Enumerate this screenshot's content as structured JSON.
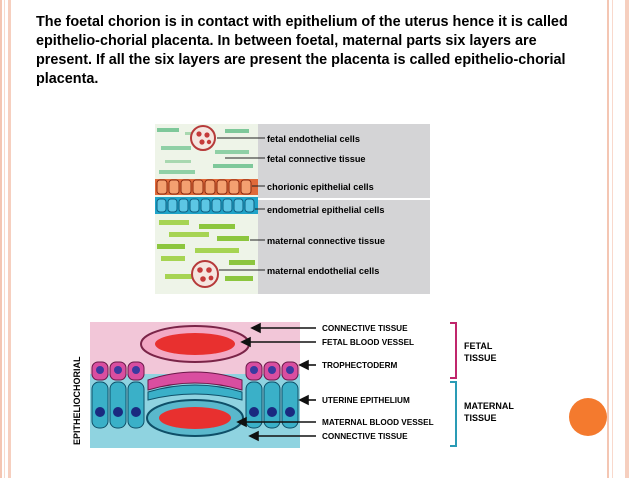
{
  "paragraph": "The foetal chorion is in contact with epithelium of the uterus hence it is called epithelio-chorial placenta. In between foetal, maternal parts six layers are present. If all the six layers are present the placenta is called epithelio-chorial placenta.",
  "figure1": {
    "labels": [
      "fetal endothelial cells",
      "fetal connective tissue",
      "chorionic epithelial cells",
      "endometrial epithelial cells",
      "maternal connective tissue",
      "maternal endothelial cells"
    ]
  },
  "figure2": {
    "side_title": "EPITHELIOCHORIAL",
    "layer_labels": [
      "CONNECTIVE TISSUE",
      "FETAL BLOOD VESSEL",
      "TROPHECTODERM",
      "UTERINE EPITHELIUM",
      "MATERNAL BLOOD VESSEL",
      "CONNECTIVE TISSUE"
    ],
    "group_fetal": [
      "FETAL",
      "TISSUE"
    ],
    "group_maternal": [
      "MATERNAL",
      "TISSUE"
    ]
  },
  "colors": {
    "accent_orange": "#f47a2e",
    "border_peach": "#f4c6b3",
    "fetal_pink": "#f2c6d8",
    "maternal_cyan": "#7cc7d6",
    "vessel_red": "#e8302f",
    "bracket_magenta": "#c0266c",
    "bracket_teal": "#2a9bb5"
  }
}
